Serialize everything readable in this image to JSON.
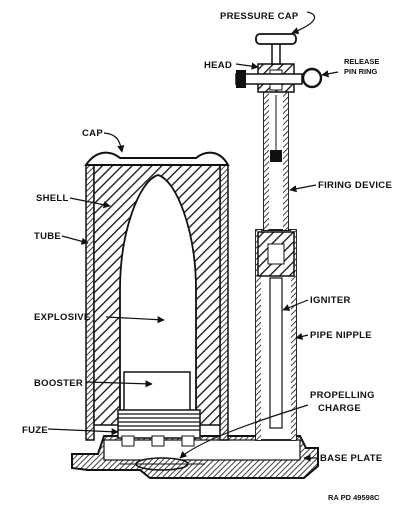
{
  "labels": {
    "pressure_cap": "PRESSURE CAP",
    "head": "HEAD",
    "release_pin_ring_line1": "RELEASE",
    "release_pin_ring_line2": "PIN RING",
    "cap": "CAP",
    "shell": "SHELL",
    "firing_device": "FIRING DEVICE",
    "tube": "TUBE",
    "explosive": "EXPLOSIVE",
    "igniter": "IGNITER",
    "pipe_nipple": "PIPE NIPPLE",
    "booster": "BOOSTER",
    "propelling_charge_line1": "PROPELLING",
    "propelling_charge_line2": "CHARGE",
    "fuze": "FUZE",
    "base_plate": "BASE PLATE",
    "figure_code": "RA PD 49598C"
  },
  "colors": {
    "ink": "#111111",
    "paper": "#ffffff"
  }
}
